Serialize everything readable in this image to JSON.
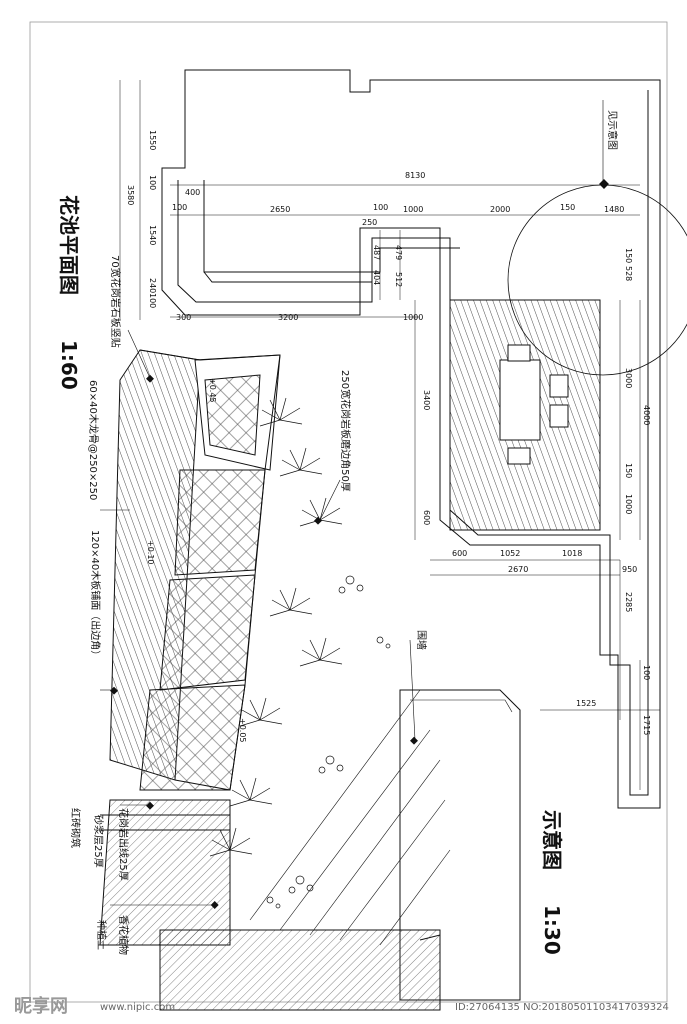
{
  "plan": {
    "title": "花池平面图",
    "scale": "1:60",
    "dims": {
      "top_1550": "1550",
      "top_3580": "3580",
      "top_100a": "100",
      "top_1540": "1540",
      "top_240": "240",
      "top_100b": "100",
      "d_400": "400",
      "d_100c": "100",
      "d_8130": "8130",
      "d_2650": "2650",
      "d_100d": "100",
      "d_1000a": "1000",
      "d_2000": "2000",
      "d_150a": "150",
      "d_1480": "1480",
      "d_250": "250",
      "d_487": "487",
      "d_479": "479",
      "d_404": "404",
      "d_512": "512",
      "d_150b": "150",
      "d_528": "528",
      "d_300": "300",
      "d_3200": "3200",
      "d_1000b": "1000",
      "d_3400": "3400",
      "d_3000": "3000",
      "d_4000": "4000",
      "d_150c": "150",
      "d_1000c": "1000",
      "d_600a": "600",
      "d_600b": "600",
      "d_1052": "1052",
      "d_1018": "1018",
      "d_2670": "2670",
      "d_950": "950",
      "d_2285": "2285",
      "d_100e": "100",
      "d_1525": "1525",
      "d_1715": "1715"
    },
    "see_detail": "见示意图"
  },
  "section": {
    "title": "示意图",
    "scale": "1:30",
    "labels": {
      "l1": "70宽花岗岩石板竖贴",
      "l2": "60×40木龙骨@250×250",
      "l3": "120×40木板铺面（出边角）",
      "l4": "250宽花岗岩板磨边角50厚",
      "l5": "围墙",
      "l6": "花岗岩出线25厚",
      "l7": "砂浆层25厚",
      "l8": "红砖砌筑",
      "l9": "香花植物",
      "l10": "种植土"
    },
    "elev": {
      "e1": "+0.45",
      "e2": "+0.10",
      "e3": "+0.05"
    }
  },
  "watermark": {
    "logo": "昵享网",
    "site": "www.nipic.com",
    "id": "ID:27064135 NO:20180501103417039324"
  }
}
